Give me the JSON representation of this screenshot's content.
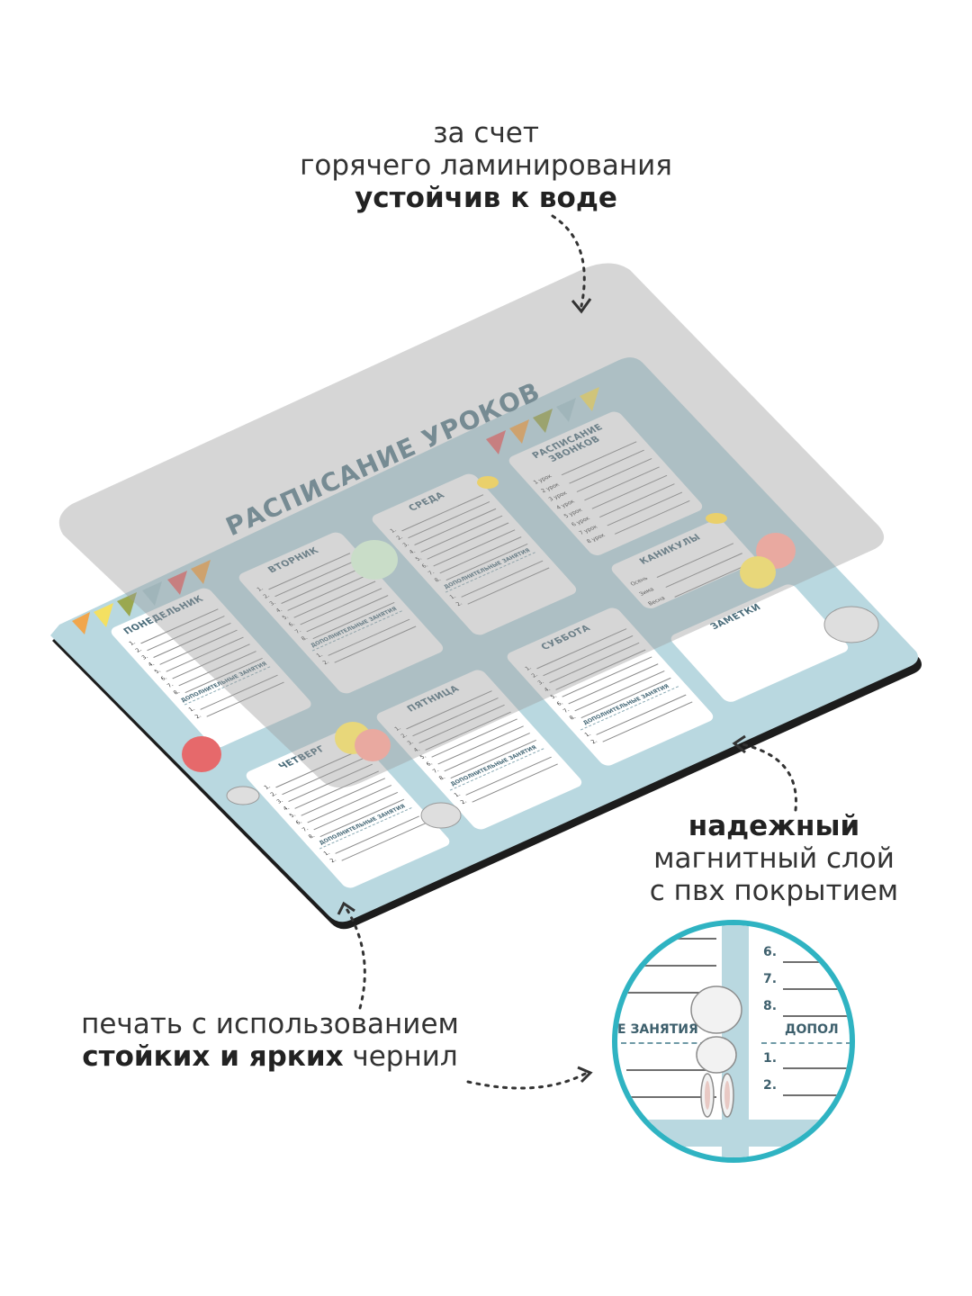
{
  "captions": {
    "top": {
      "line1": "за счет",
      "line2": "горячего ламинирования",
      "line3_bold": "устойчив к воде"
    },
    "right": {
      "line1_bold": "надежный",
      "line2": "магнитный слой",
      "line3": "с пвх покрытием"
    },
    "bottom": {
      "line1": "печать с использованием",
      "line2_bold": "стойких и ярких",
      "line2_rest": " чернил"
    }
  },
  "board": {
    "title": "РАСПИСАНИЕ УРОКОВ",
    "extra_label": "ДОПОЛНИТЕЛЬНЫЕ ЗАНЯТИЯ",
    "days": [
      "ПОНЕДЕЛЬНИК",
      "ВТОРНИК",
      "СРЕДА",
      "ЧЕТВЕРГ",
      "ПЯТНИЦА",
      "СУББОТА"
    ],
    "lesson_numbers": [
      "1.",
      "2.",
      "3.",
      "4.",
      "5.",
      "6.",
      "7.",
      "8."
    ],
    "extra_numbers": [
      "1.",
      "2."
    ],
    "bells_title": "РАСПИСАНИЕ ЗВОНКОВ",
    "bells": [
      "1 урок",
      "2 урок",
      "3 урок",
      "4 урок",
      "5 урок",
      "6 урок",
      "7 урок",
      "8 урок"
    ],
    "holidays_title": "КАНИКУЛЫ",
    "seasons": [
      "Осень",
      "Зима",
      "Весна"
    ],
    "notes_title": "ЗАМЕТКИ"
  },
  "zoom": {
    "num6": "6.",
    "num7": "7.",
    "num8": "8.",
    "left_label": "Е ЗАНЯТИЯ",
    "right_label": "ДОПОЛ",
    "num1": "1.",
    "num2": "2."
  },
  "colors": {
    "board": "#b9d8e0",
    "accent": "#2fb3c2",
    "title": "#5a7f8c"
  }
}
